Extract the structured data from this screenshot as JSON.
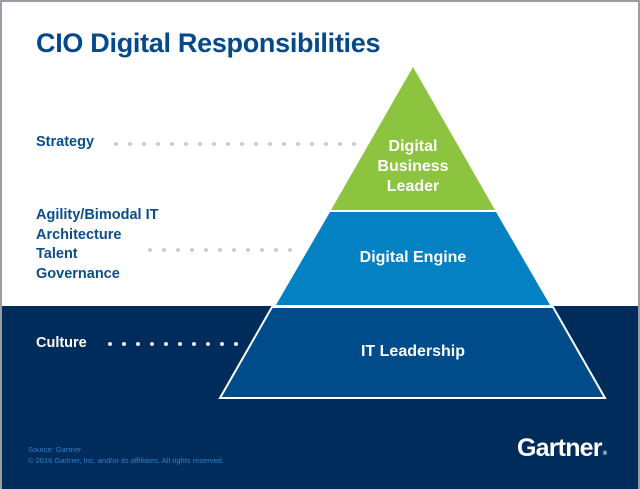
{
  "title": "CIO Digital Responsibilities",
  "left_labels": {
    "strategy": [
      "Strategy"
    ],
    "engine": [
      "Agility/Bimodal IT",
      "Architecture",
      "Talent",
      "Governance"
    ],
    "culture": [
      "Culture"
    ]
  },
  "pyramid": {
    "tiers": [
      {
        "lines": [
          "Digital",
          "Business",
          "Leader"
        ],
        "color": "#8cc43f"
      },
      {
        "lines": [
          "Digital Engine"
        ],
        "color": "#0481c3"
      },
      {
        "lines": [
          "IT Leadership"
        ],
        "color": "#004b8a"
      }
    ]
  },
  "colors": {
    "navy_band": "#002c5c",
    "title": "#034a8c",
    "label": "#0a4d8c",
    "dots": "#c9ccd0"
  },
  "footer": {
    "source": "Source: Gartner",
    "copyright": "© 2016 Gartner, Inc. and/or its affiliates. All rights reserved."
  },
  "logo": {
    "text": "Gartner",
    "mark": "®"
  }
}
